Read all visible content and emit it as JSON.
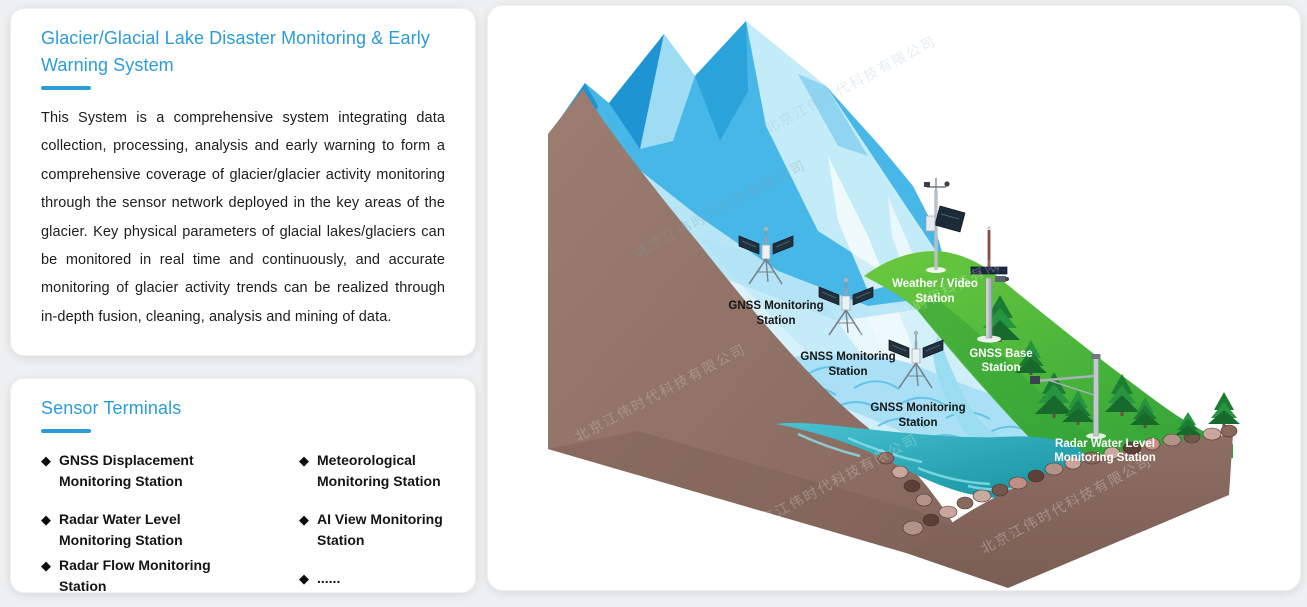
{
  "page": {
    "background": "#eef0f2",
    "accent_blue": "#2b9cd8"
  },
  "overview_card": {
    "title": "Glacier/Glacial Lake Disaster Monitoring & Early Warning System",
    "body": "This System is a comprehensive system integrating data collection, processing, analysis and early warning to form a comprehensive coverage of glacier/glacier activity monitoring through the sensor network deployed in the key areas of the glacier. Key physical parameters of glacial lakes/glaciers can be monitored in real time and continuously, and accurate monitoring of glacier activity trends can be realized through in-depth fusion, cleaning, analysis and mining of data."
  },
  "sensor_card": {
    "title": "Sensor Terminals",
    "bullet": "◆",
    "items_left": [
      "GNSS Displacement Monitoring Station",
      "Radar Water Level Monitoring Station",
      "Radar Flow Monitoring Station"
    ],
    "items_right": [
      "Meteorological Monitoring Station",
      "AI View Monitoring Station",
      "......"
    ]
  },
  "illustration": {
    "watermark": "北京江伟时代科技有限公司",
    "stations": {
      "gnss1_l1": "GNSS Monitoring",
      "gnss1_l2": "Station",
      "gnss2_l1": "GNSS Monitoring",
      "gnss2_l2": "Station",
      "gnss3_l1": "GNSS Monitoring",
      "gnss3_l2": "Station",
      "weather_l1": "Weather / Video",
      "weather_l2": "Station",
      "base_l1": "GNSS Base",
      "base_l2": "Station",
      "radar_l1": "Radar Water Level",
      "radar_l2": "Monitoring Station"
    },
    "colors": {
      "ice_light": "#dcf2fb",
      "peak_blue": "#3fb3e6",
      "peak_dark": "#1e95d2",
      "green_hill": "#4cb83f",
      "water_teal": "#2aa9b8",
      "terrain_brown": "#93756a"
    }
  }
}
